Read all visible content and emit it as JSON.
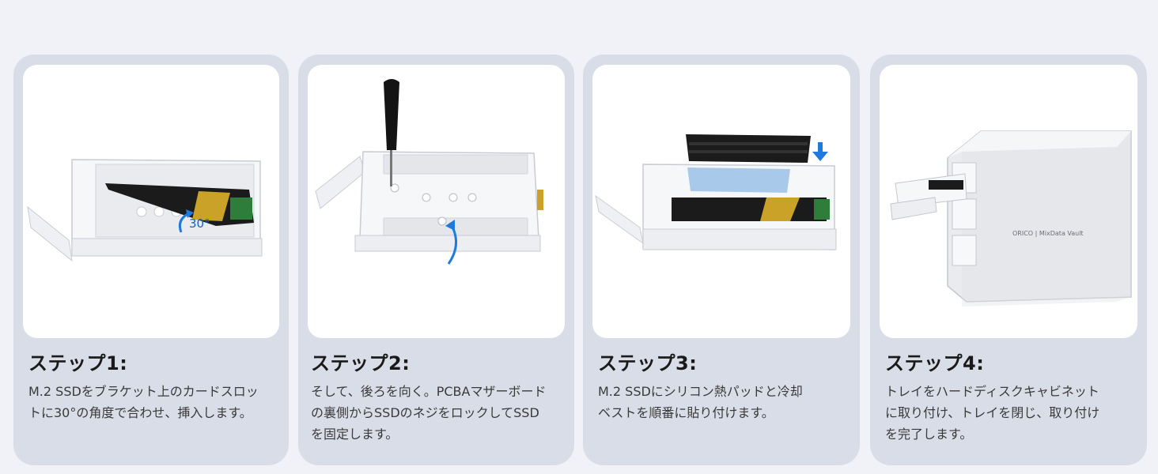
{
  "steps": [
    {
      "title": "ステップ1:",
      "description_lines": [
        "M.2 SSDをブラケット上のカードスロッ",
        "トに30°の角度で合わせ、挿入します。"
      ],
      "image_label": "30°"
    },
    {
      "title": "ステップ2:",
      "description_lines": [
        "そして、後ろを向く。PCBAマザーボード",
        "の裏側からSSDのネジをロックしてSSD",
        "を固定します。"
      ]
    },
    {
      "title": "ステップ3:",
      "description_lines": [
        "M.2 SSDにシリコン熱パッドと冷却",
        "ベストを順番に貼り付けます。"
      ]
    },
    {
      "title": "ステップ4:",
      "description_lines": [
        "トレイをハードディスクキャビネット",
        "に取り付け、トレイを閉じ、取り付け",
        "を完了します。"
      ],
      "brand_label": "ORICO | MixData Vault"
    }
  ],
  "colors": {
    "card_bg": "#d9dde8",
    "panel_bg": "#ffffff",
    "arrow_blue": "#1f7ae0",
    "ssd_black": "#1b1b1b",
    "ssd_gold": "#c9a227"
  },
  "icons": [
    "screwdriver-icon",
    "rotation-arrow-icon",
    "down-arrow-icon"
  ]
}
